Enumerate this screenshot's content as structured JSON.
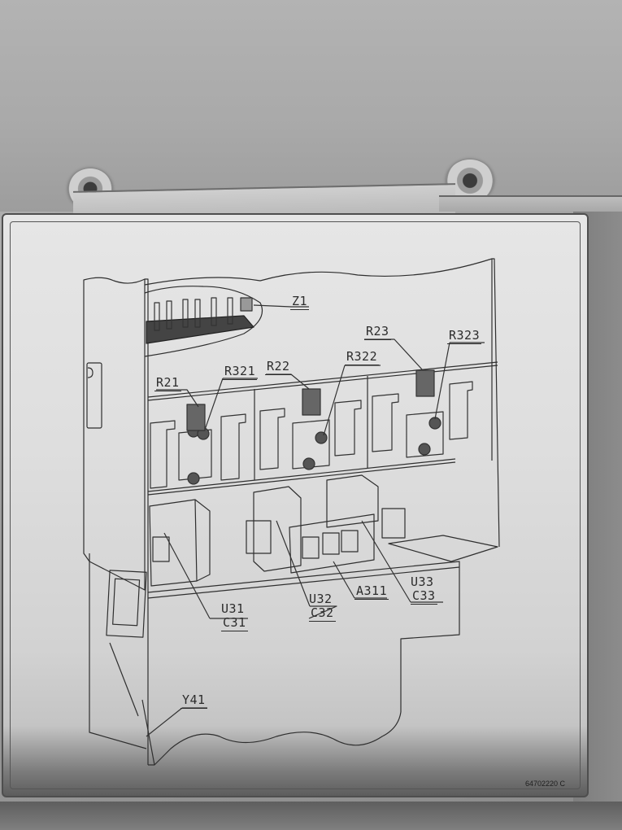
{
  "scene": {
    "description": "Photo of component layout label plate mounted on metal panel",
    "colors": {
      "plate": "#e0e0e0",
      "line": "#2c2c2c",
      "wall": "#a8a8a8"
    }
  },
  "diagram": {
    "labels": {
      "z1": "Z1",
      "r21": "R21",
      "r321": "R321",
      "r22": "R22",
      "r322": "R322",
      "r23": "R23",
      "r323": "R323",
      "u31": "U31",
      "c31": "C31",
      "u32": "U32",
      "c32": "C32",
      "a311": "A311",
      "u33": "U33",
      "c33": "C33",
      "y41": "Y41"
    },
    "document_number": "64702220 C"
  }
}
